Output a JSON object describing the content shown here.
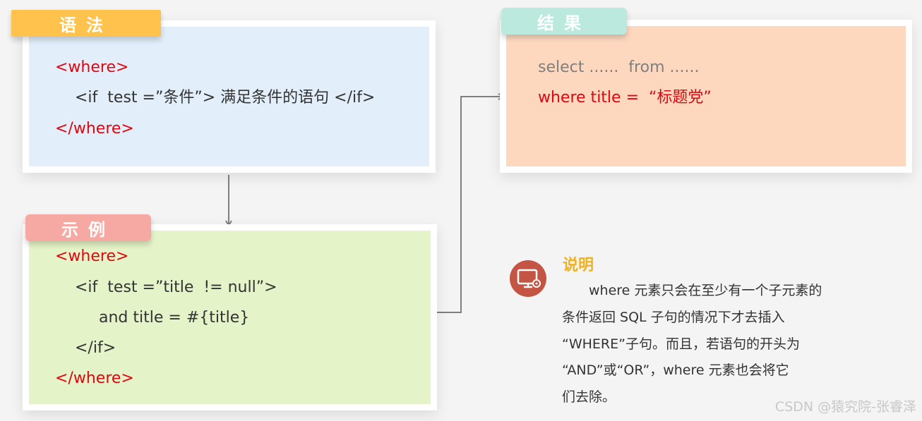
{
  "syntax": {
    "tag": "语法",
    "lines": [
      "<where>",
      "<if  test =”条件”> 满足条件的语句 </if>",
      "</where>"
    ]
  },
  "result": {
    "tag": "结果",
    "lines": [
      "select ......  from ......",
      "where title =  “标题党”"
    ]
  },
  "example": {
    "tag": "示例",
    "lines": [
      "<where>",
      "<if  test =”title  != null”>",
      "and title = #{title}",
      "</if>",
      "</where>"
    ]
  },
  "note": {
    "icon": "monitor-gear-icon",
    "title": "说明",
    "lines": [
      "where 元素只会在至少有一个子元素的",
      "条件返回 SQL 子句的情况下才去插入",
      "“WHERE”子句。而且，若语句的开头为",
      "“AND”或“OR”，where 元素也会将它",
      "们去除。"
    ]
  },
  "watermark": "CSDN @猿究院-张睿泽",
  "colors": {
    "keyword": "#e0060f",
    "text": "#333333",
    "syntax_bg": "#e2eef9",
    "result_bg": "#fdd8bf",
    "example_bg": "#e5f4c8",
    "syntax_tag": "#ffc34d",
    "result_tag": "#bbe9dd",
    "example_tag": "#f6a9a2",
    "note_title": "#f0b020",
    "icon_bg": "#c45544",
    "arrow": "#7f7f7f"
  }
}
